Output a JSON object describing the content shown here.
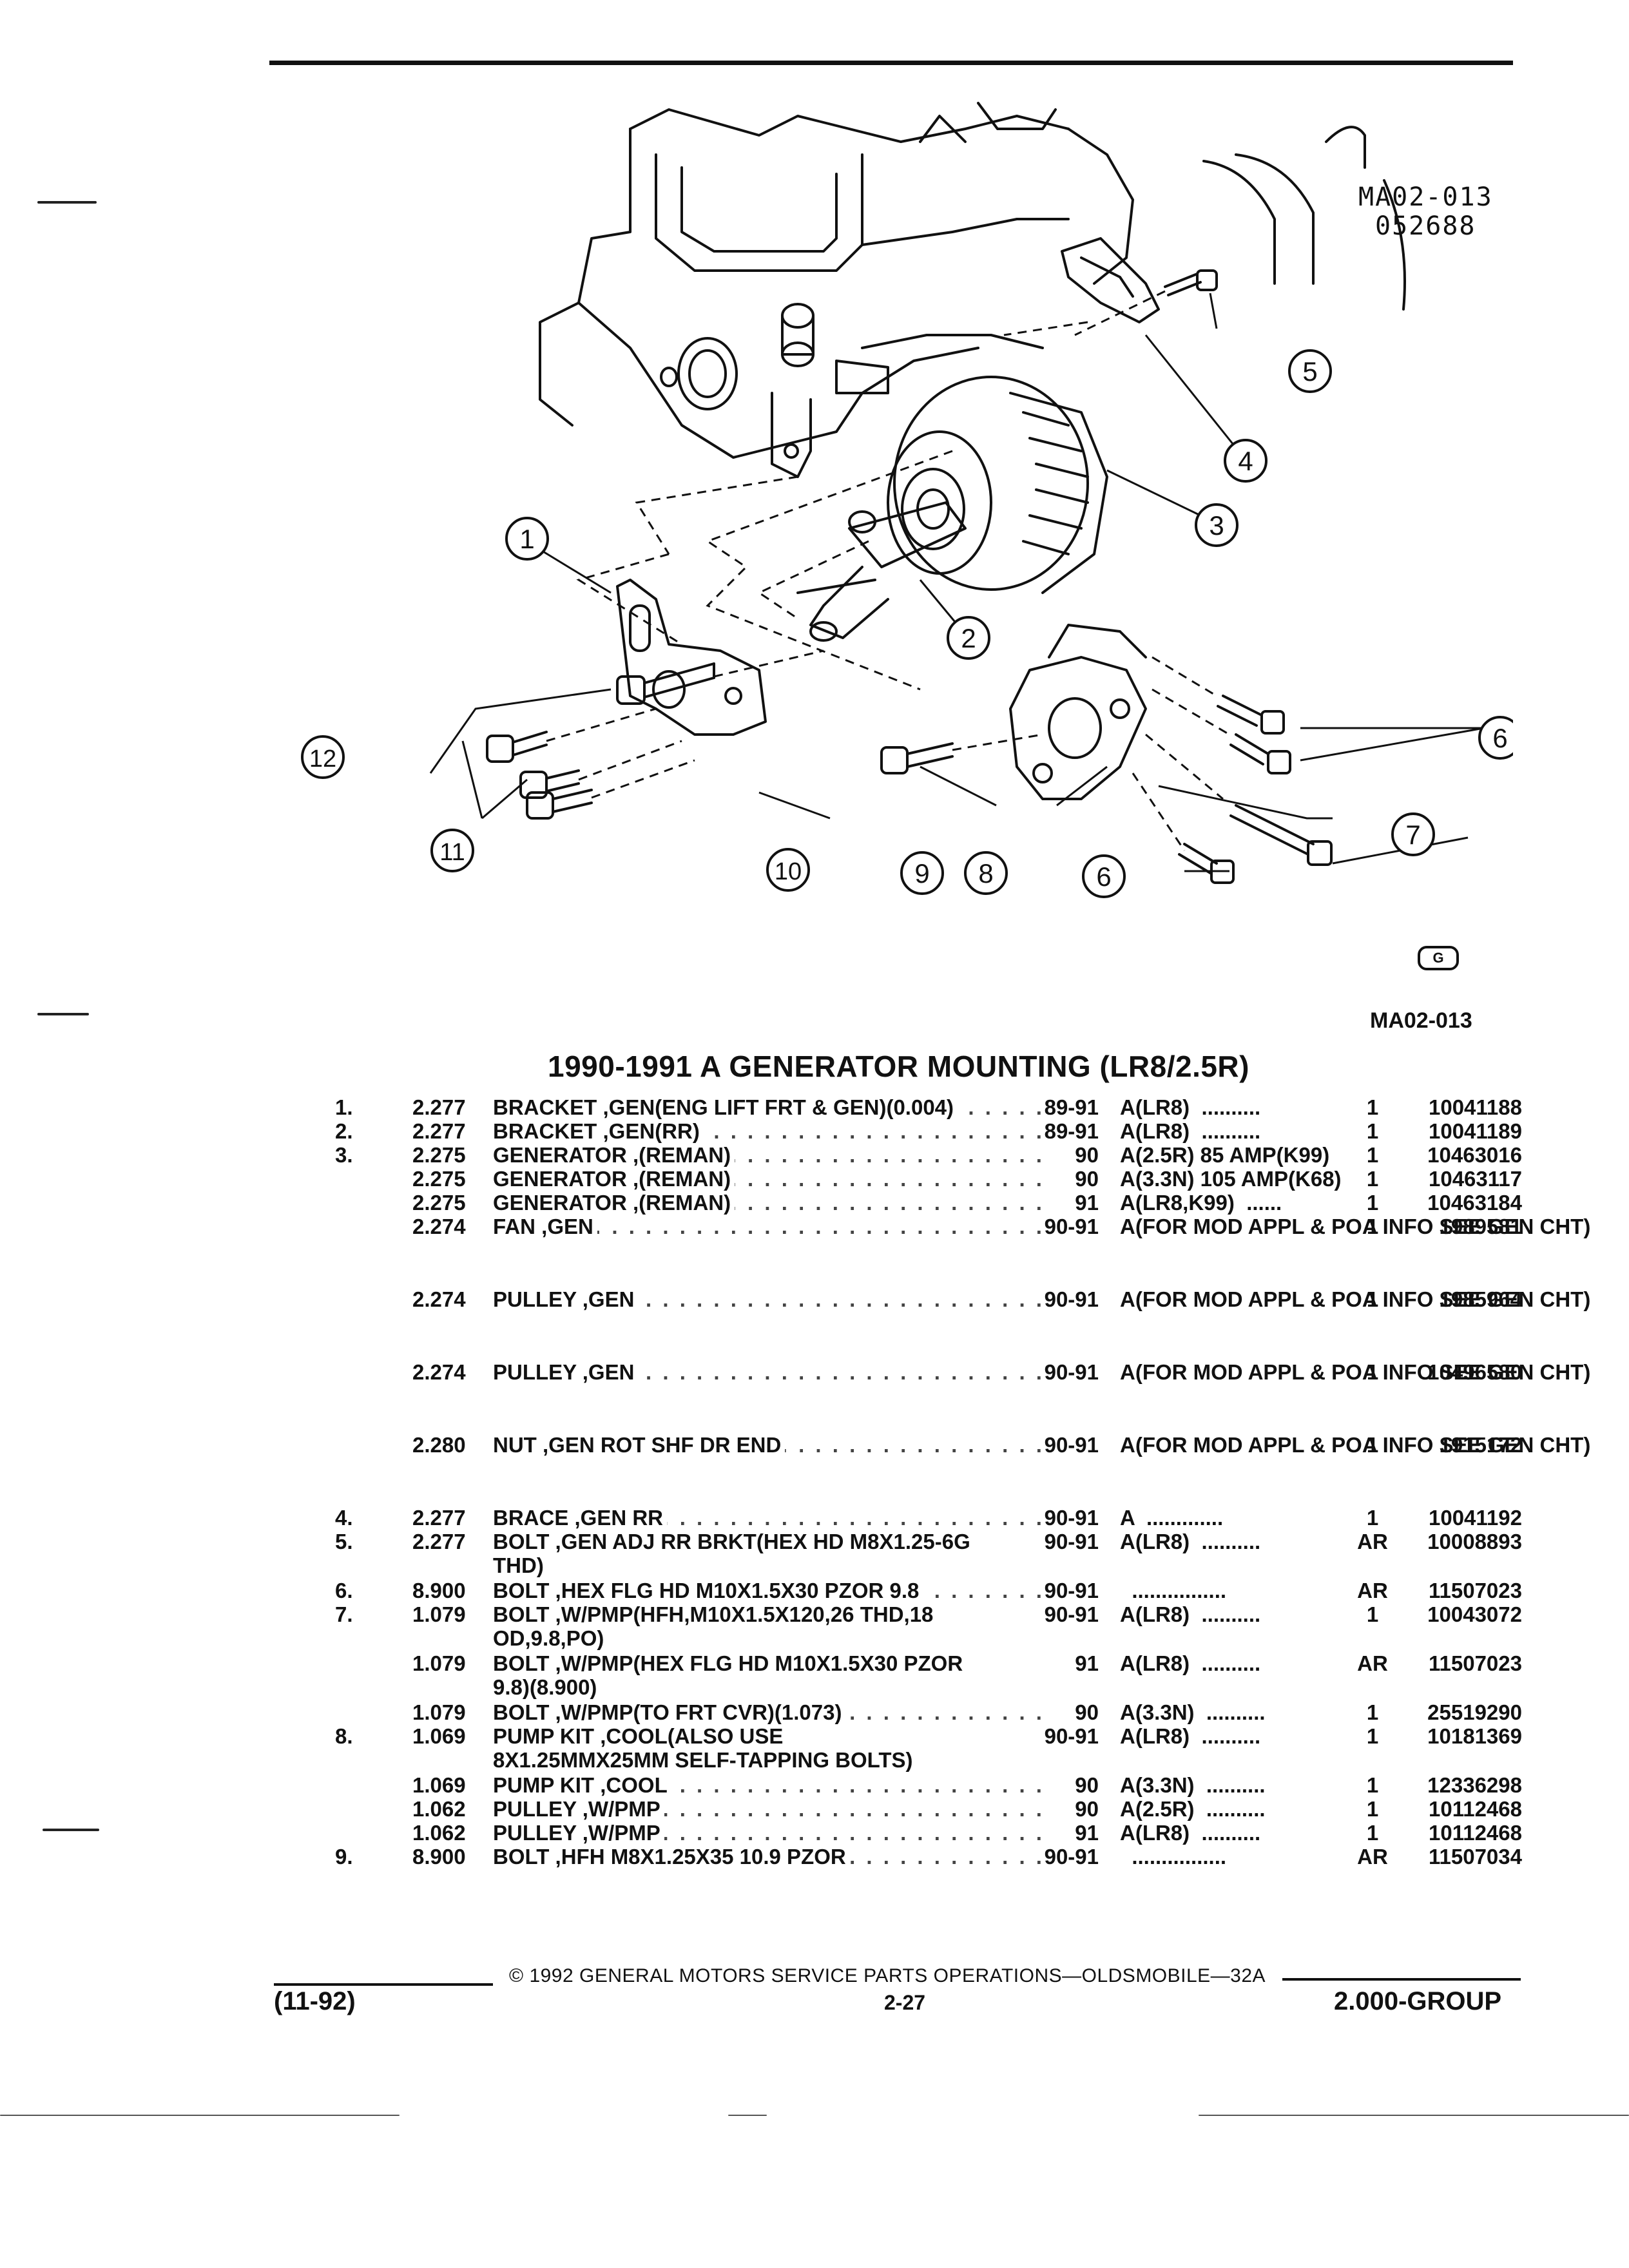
{
  "figure": {
    "code_line1": "MA02-013",
    "code_line2": "052688",
    "ref": "MA02-013",
    "logo": "G",
    "callouts": [
      "1",
      "2",
      "3",
      "4",
      "5",
      "6",
      "7",
      "8",
      "9",
      "10",
      "11",
      "12"
    ]
  },
  "section_title": "1990-1991 A GENERATOR MOUNTING (LR8/2.5R)",
  "parts": [
    {
      "num": "1.",
      "grp": "2.277",
      "desc": "BRACKET ,GEN(ENG LIFT FRT & GEN)(0.004)",
      "yr": "89-91",
      "use": "A(LR8)  ..........",
      "qty": "1",
      "pn": "10041188"
    },
    {
      "num": "2.",
      "grp": "2.277",
      "desc": "BRACKET ,GEN(RR)",
      "yr": "89-91",
      "use": "A(LR8)  ..........",
      "qty": "1",
      "pn": "10041189"
    },
    {
      "num": "3.",
      "grp": "2.275",
      "desc": "GENERATOR ,(REMAN)",
      "yr": "90",
      "use": "A(2.5R) 85 AMP(K99)",
      "qty": "1",
      "pn": "10463016"
    },
    {
      "num": "",
      "grp": "2.275",
      "desc": "GENERATOR ,(REMAN)",
      "yr": "90",
      "use": "A(3.3N) 105 AMP(K68)",
      "qty": "1",
      "pn": "10463117"
    },
    {
      "num": "",
      "grp": "2.275",
      "desc": "GENERATOR ,(REMAN)",
      "yr": "91",
      "use": "A(LR8,K99)  ......",
      "qty": "1",
      "pn": "10463184"
    },
    {
      "num": "",
      "grp": "2.274",
      "desc": "FAN ,GEN",
      "yr": "90-91",
      "use": "A(FOR MOD APPL & POA INFO SEE GEN CHT)",
      "qty": "1",
      "pn": "1989581"
    },
    {
      "num": "",
      "grp": "2.274",
      "desc": "PULLEY ,GEN",
      "yr": "90-91",
      "use": "A(FOR MOD APPL & POA INFO SEE GEN CHT)",
      "qty": "1",
      "pn": "1985964"
    },
    {
      "num": "",
      "grp": "2.274",
      "desc": "PULLEY ,GEN",
      "yr": "90-91",
      "use": "A(FOR MOD APPL & POA INFO SEE GEN CHT)",
      "qty": "1",
      "pn": "10496580"
    },
    {
      "num": "",
      "grp": "2.280",
      "desc": "NUT ,GEN ROT SHF DR END",
      "yr": "90-91",
      "use": "A(FOR MOD APPL & POA INFO SEE GEN CHT)",
      "qty": "1",
      "pn": "1915172"
    },
    {
      "num": "4.",
      "grp": "2.277",
      "desc": "BRACE ,GEN RR",
      "yr": "90-91",
      "use": "A  .............",
      "qty": "1",
      "pn": "10041192"
    },
    {
      "num": "5.",
      "grp": "2.277",
      "desc": "BOLT ,GEN ADJ RR BRKT(HEX HD M8X1.25-6G",
      "cont": "THD)",
      "yr": "90-91",
      "use": "A(LR8)  ..........",
      "qty": "AR",
      "pn": "10008893"
    },
    {
      "num": "6.",
      "grp": "8.900",
      "desc": "BOLT ,HEX FLG HD M10X1.5X30 PZOR 9.8",
      "yr": "90-91",
      "use": "  ................",
      "qty": "AR",
      "pn": "11507023"
    },
    {
      "num": "7.",
      "grp": "1.079",
      "desc": "BOLT ,W/PMP(HFH,M10X1.5X120,26 THD,18",
      "cont": "OD,9.8,PO)",
      "yr": "90-91",
      "use": "A(LR8)  ..........",
      "qty": "1",
      "pn": "10043072"
    },
    {
      "num": "",
      "grp": "1.079",
      "desc": "BOLT ,W/PMP(HEX FLG HD M10X1.5X30 PZOR",
      "cont": "9.8)(8.900)",
      "yr": "91",
      "use": "A(LR8)  ..........",
      "qty": "AR",
      "pn": "11507023"
    },
    {
      "num": "",
      "grp": "1.079",
      "desc": "BOLT ,W/PMP(TO FRT CVR)(1.073)",
      "yr": "90",
      "use": "A(3.3N)  ..........",
      "qty": "1",
      "pn": "25519290"
    },
    {
      "num": "8.",
      "grp": "1.069",
      "desc": "PUMP KIT ,COOL(ALSO USE",
      "cont": "8X1.25MMX25MM SELF-TAPPING BOLTS)",
      "yr": "90-91",
      "use": "A(LR8)  ..........",
      "qty": "1",
      "pn": "10181369"
    },
    {
      "num": "",
      "grp": "1.069",
      "desc": "PUMP KIT ,COOL",
      "yr": "90",
      "use": "A(3.3N)  ..........",
      "qty": "1",
      "pn": "12336298"
    },
    {
      "num": "",
      "grp": "1.062",
      "desc": "PULLEY ,W/PMP",
      "yr": "90",
      "use": "A(2.5R)  ..........",
      "qty": "1",
      "pn": "10112468"
    },
    {
      "num": "",
      "grp": "1.062",
      "desc": "PULLEY ,W/PMP",
      "yr": "91",
      "use": "A(LR8)  ..........",
      "qty": "1",
      "pn": "10112468"
    },
    {
      "num": "9.",
      "grp": "8.900",
      "desc": "BOLT ,HFH M8X1.25X35 10.9 PZOR",
      "yr": "90-91",
      "use": "  ................",
      "qty": "AR",
      "pn": "11507034"
    }
  ],
  "footer": {
    "copyright": "©  1992  GENERAL MOTORS SERVICE PARTS OPERATIONS—OLDSMOBILE—32A",
    "date": "(11-92)",
    "page": "2-27",
    "group": "2.000-GROUP"
  }
}
